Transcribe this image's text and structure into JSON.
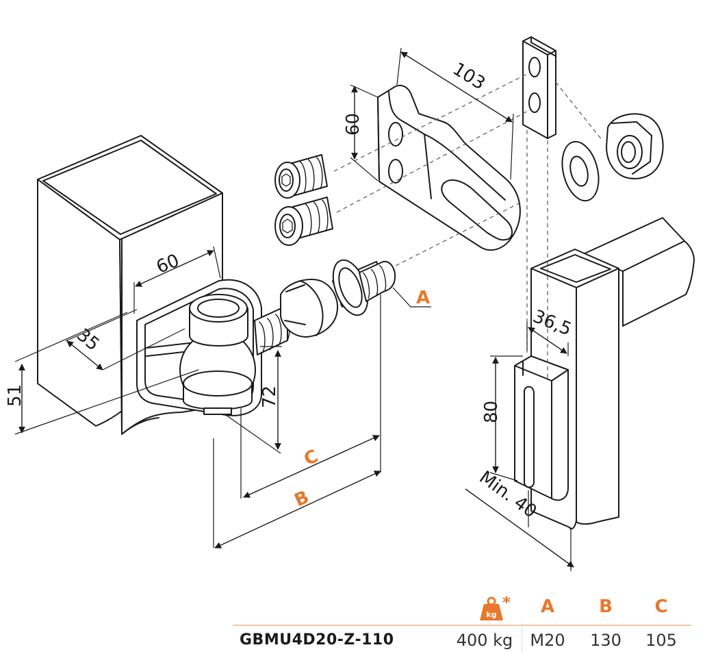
{
  "diagram": {
    "dimensions": {
      "d_103": "103",
      "d_60_plate": "60",
      "d_60_post": "60",
      "d_35": "35",
      "d_51": "51",
      "d_72": "72",
      "d_36_5": "36,5",
      "d_80": "80",
      "d_min40": "Min. 40"
    },
    "letters": {
      "a": "A",
      "b": "B",
      "c": "C"
    },
    "colors": {
      "accent": "#e8782c",
      "line": "#1a1a1a",
      "rule": "#f1c8a6"
    }
  },
  "spec_table": {
    "weight_icon": "weight-kg-icon",
    "weight_icon_text": "kg",
    "asterisk": "*",
    "headers": {
      "a": "A",
      "b": "B",
      "c": "C"
    },
    "row": {
      "product_code": "GBMU4D20-Z-110",
      "max_load": "400 kg",
      "a": "M20",
      "b": "130",
      "c": "105"
    }
  }
}
